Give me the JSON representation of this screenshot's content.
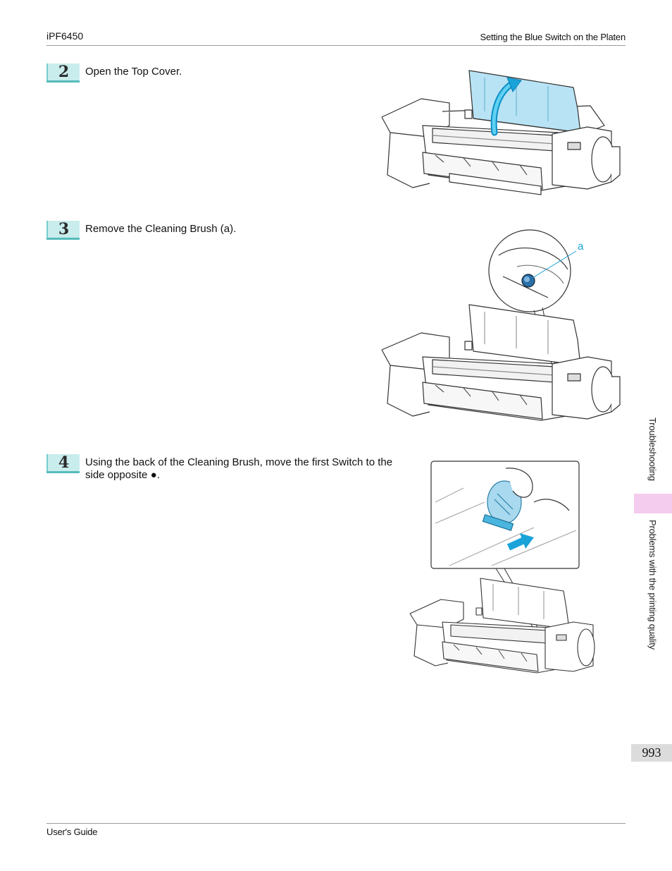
{
  "header": {
    "model": "iPF6450",
    "section_title": "Setting the Blue Switch on the Platen"
  },
  "steps": [
    {
      "number": "2",
      "text": "Open the Top Cover."
    },
    {
      "number": "3",
      "text": "Remove the Cleaning Brush (a)."
    },
    {
      "number": "4",
      "text": "Using the back of the Cleaning Brush, move the first Switch to the side opposite ●."
    }
  ],
  "figures": {
    "step3_callout_label": "a"
  },
  "sidebar": {
    "chapter": "Troubleshooting",
    "section": "Problems with the printing quality",
    "tab_color": "#f4cdee"
  },
  "page_number": "993",
  "footer": {
    "guide_name": "User's Guide"
  },
  "colors": {
    "accent_cyan": "#1aa3d9",
    "step_badge": "#c9ecec"
  }
}
